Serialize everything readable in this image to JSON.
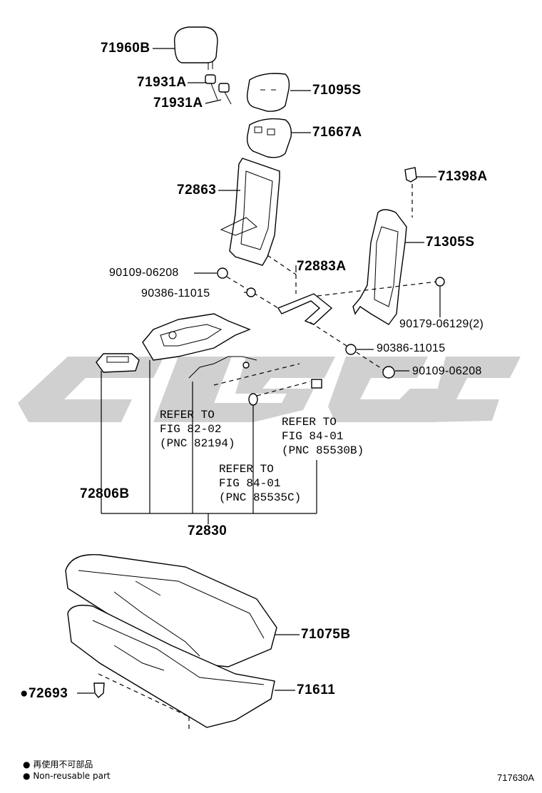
{
  "parts": {
    "p71960B": "71960B",
    "p71931A_1": "71931A",
    "p71931A_2": "71931A",
    "p71095S": "71095S",
    "p71667A": "71667A",
    "p72863": "72863",
    "p71398A": "71398A",
    "p71305S": "71305S",
    "p72883A": "72883A",
    "p90109_1": "90109-06208",
    "p90386_1": "90386-11015",
    "p90179": "90179-06129(2)",
    "p90386_2": "90386-11015",
    "p90109_2": "90109-06208",
    "p72806B": "72806B",
    "p72830": "72830",
    "p71075B": "71075B",
    "p71611": "71611",
    "p72693": "72693"
  },
  "refs": {
    "ref1": "REFER TO\nFIG 82-02\n(PNC 82194)",
    "ref2": "REFER TO\nFIG 84-01\n(PNC 85530B)",
    "ref3": "REFER TO\nFIG 84-01\n(PNC 85535C)"
  },
  "legend": {
    "line1": "再使用不可部品",
    "line2": "Non-reusable part",
    "bullet": "●"
  },
  "figure_id": "717630A",
  "watermark_color": "#c8c8c8"
}
